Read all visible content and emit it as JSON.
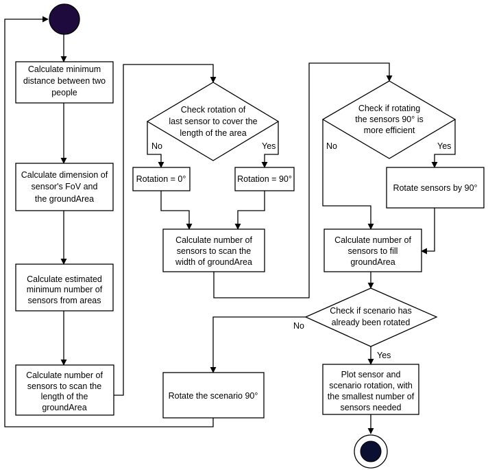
{
  "colors": {
    "start_fill": "#1e0a3c",
    "end_fill": "#0b1033",
    "stroke": "#000000",
    "background": "#ffffff"
  },
  "nodes": {
    "min_distance": [
      "Calculate minimum",
      "distance between two",
      "people"
    ],
    "fov_dimension": [
      "Calculate dimension of",
      "sensor's FoV and",
      "the groundArea"
    ],
    "est_min_sensors": [
      "Calculate estimated",
      "minimum number of",
      "sensors from areas"
    ],
    "scan_length": [
      "Calculate number of",
      "sensors to scan the",
      "length of the",
      "groundArea"
    ],
    "check_rotation_last": [
      "Check rotation of",
      "last sensor to cover the",
      "length of the area"
    ],
    "rotation_0": [
      "Rotation = 0°"
    ],
    "rotation_90": [
      "Rotation = 90°"
    ],
    "scan_width": [
      "Calculate number of",
      "sensors to scan the",
      "width of groundArea"
    ],
    "check_rotating_90": [
      "Check if rotating",
      "the sensors 90° is",
      "more efficient"
    ],
    "rotate_sensors_90": [
      "Rotate sensors by 90°"
    ],
    "fill_groundarea": [
      "Calculate number of",
      "sensors to fill",
      "groundArea"
    ],
    "check_scenario_rotated": [
      "Check if scenario has",
      "already been rotated"
    ],
    "rotate_scenario_90": [
      "Rotate the scenario 90°"
    ],
    "plot_result": [
      "Plot sensor and",
      "scenario rotation, with",
      "the smallest number of",
      "sensors needed"
    ]
  },
  "edge_labels": {
    "rotation_no": "No",
    "rotation_yes": "Yes",
    "efficient_no": "No",
    "efficient_yes": "Yes",
    "rotated_no": "No",
    "rotated_yes": "Yes"
  }
}
